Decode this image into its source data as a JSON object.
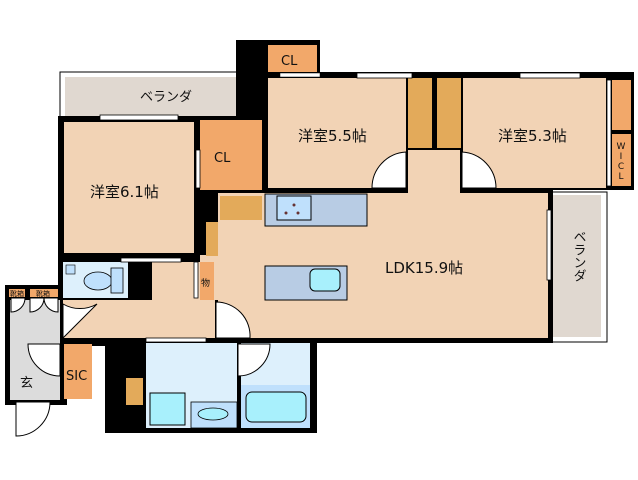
{
  "floor_plan": {
    "rooms": {
      "western_room_1": "洋室6.1帖",
      "western_room_2": "洋室5.5帖",
      "western_room_3": "洋室5.3帖",
      "ldk": "LDK15.9帖",
      "closet_1": "CL",
      "closet_2": "CL",
      "walk_in_closet": "WICL",
      "shoe_in_closet": "SIC",
      "storage": "物",
      "entrance": "玄",
      "balcony_top": "ベランダ",
      "balcony_right": "ベランダ",
      "shoe_box_1": "靴箱",
      "shoe_box_2": "靴箱"
    },
    "colors": {
      "room": "#f2d3b5",
      "closet": "#f2a86a",
      "storage": "#e3aa5a",
      "balcony": "#e0d8d0",
      "wet_area": "#ddf0fc",
      "counter": "#b8cce4",
      "fixture": "#a8f0fc",
      "entrance": "#dcdcdc",
      "wall": "#000000"
    }
  }
}
